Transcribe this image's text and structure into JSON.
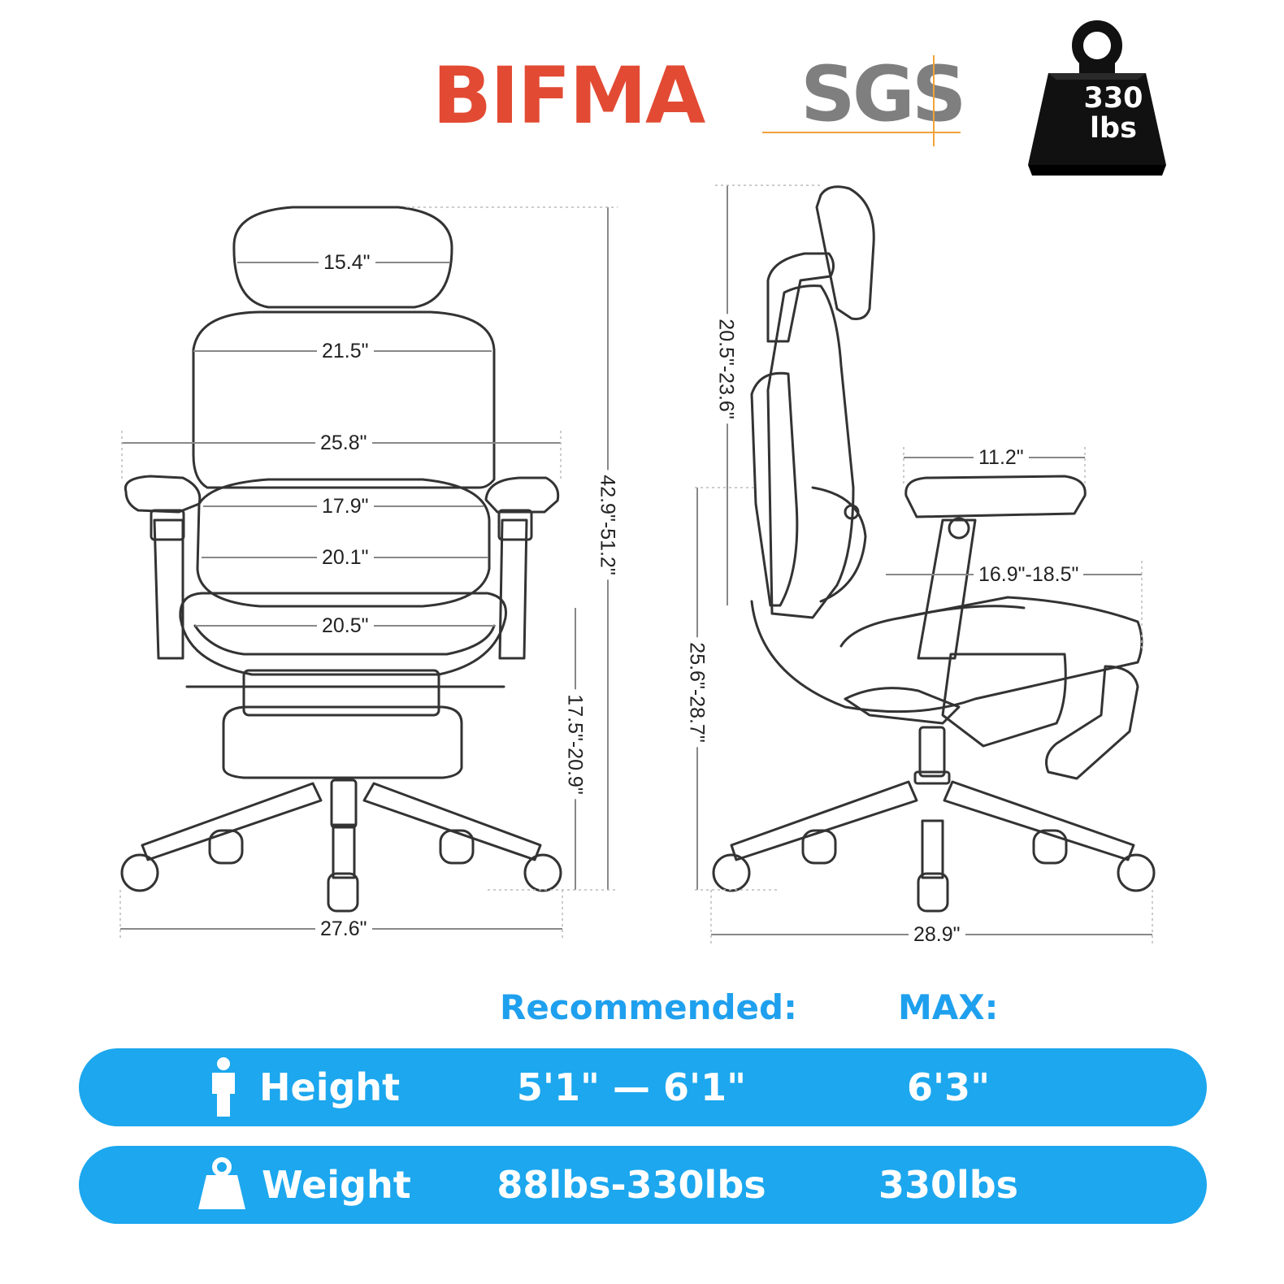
{
  "certifications": {
    "bifma": "BIFMA",
    "sgs": "SGS",
    "weight_badge": "330 lbs"
  },
  "front_view": {
    "headrest_width": "15.4\"",
    "backrest_top_width": "21.5\"",
    "armrest_outer_width": "25.8\"",
    "lumbar_width": "17.9\"",
    "backrest_lower_width": "20.1\"",
    "seat_width": "20.5\"",
    "overall_height": "42.9\"-51.2\"",
    "seat_height": "17.5\"-20.9\"",
    "base_width": "27.6\""
  },
  "side_view": {
    "backrest_height": "20.5\"-23.6\"",
    "armrest_length": "11.2\"",
    "seat_depth": "16.9\"-18.5\"",
    "armrest_height": "25.6\"-28.7\"",
    "base_depth": "28.9\""
  },
  "size_table": {
    "recommended_label": "Recommended:",
    "max_label": "MAX:",
    "rows": [
      {
        "icon": "person-icon",
        "label": "Height",
        "recommended": "5'1\" — 6'1\"",
        "max": "6'3\""
      },
      {
        "icon": "weight-icon",
        "label": "Weight",
        "recommended": "88lbs-330lbs",
        "max": "330lbs"
      }
    ]
  },
  "colors": {
    "bifma_red": "#e24a33",
    "sgs_gray": "#7f7f7f",
    "accent_orange": "#f0a33a",
    "table_blue": "#1ca7ee",
    "header_blue": "#1fa0ee"
  }
}
